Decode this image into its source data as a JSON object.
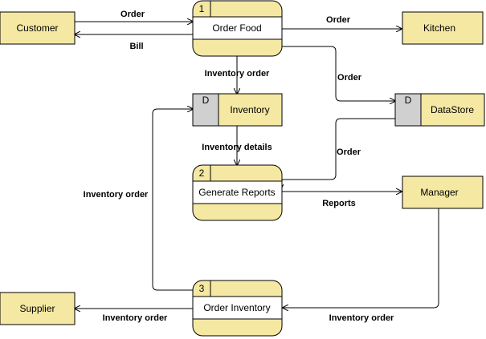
{
  "entities": {
    "customer": "Customer",
    "kitchen": "Kitchen",
    "manager": "Manager",
    "supplier": "Supplier"
  },
  "processes": {
    "order_food": {
      "number": "1",
      "label": "Order Food"
    },
    "generate_reports": {
      "number": "2",
      "label": "Generate Reports"
    },
    "order_inventory": {
      "number": "3",
      "label": "Order Inventory"
    }
  },
  "stores": {
    "inventory": {
      "id": "D",
      "label": "Inventory"
    },
    "datastore": {
      "id": "D",
      "label": "DataStore"
    }
  },
  "flows": {
    "customer_to_order_food": "Order",
    "order_food_to_customer": "Bill",
    "order_food_to_kitchen": "Order",
    "order_food_to_inventory": "Inventory order",
    "order_food_to_datastore": "Order",
    "inventory_to_reports": "Inventory details",
    "datastore_to_reports": "Order",
    "reports_to_manager": "Reports",
    "order_inventory_to_inventory": "Inventory order",
    "order_inventory_to_supplier": "Inventory order",
    "manager_to_order_inventory": "Inventory order"
  }
}
